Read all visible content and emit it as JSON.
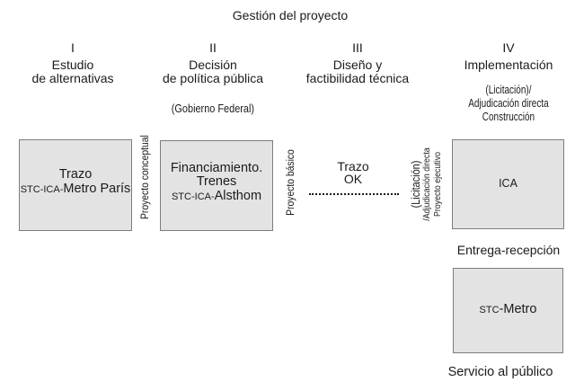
{
  "title": "Gestión del proyecto",
  "columns": [
    {
      "numeral": "I",
      "name_lines": [
        "Estudio",
        "de alternativas"
      ]
    },
    {
      "numeral": "II",
      "name_lines": [
        "Decisión",
        "de política pública"
      ],
      "subtitle_lines": [
        "(Gobierno Federal)"
      ]
    },
    {
      "numeral": "III",
      "name_lines": [
        "Diseño y",
        "factibilidad técnica"
      ]
    },
    {
      "numeral": "IV",
      "name_lines": [
        "Implementación"
      ],
      "subtitle_lines": [
        "(Licitación)/",
        "Adjudicación directa",
        "Construcción"
      ]
    }
  ],
  "boxes": {
    "trazo_metro": {
      "line1": "Trazo",
      "smallcaps": "STC-ICA-",
      "rest": "Metro París"
    },
    "financiamiento": {
      "line1": "Financiamiento.",
      "line2": "Trenes",
      "smallcaps": "STC-ICA-",
      "rest": "Alsthom"
    },
    "ica": {
      "label": "ICA"
    },
    "stc_metro": {
      "smallcaps": "STC",
      "rest": "-Metro"
    }
  },
  "rotated_labels": {
    "proyecto_conceptual": "Proyecto conceptual",
    "proyecto_basico": "Proyecto básico",
    "licitacion_lines": [
      "(Licitación)",
      "/Adjudicación directa",
      "Proyecto ejecutivo"
    ]
  },
  "annotations": {
    "trazo_ok_line1": "Trazo",
    "trazo_ok_line2": "OK",
    "entrega_recepcion": "Entrega-recepción",
    "servicio_publico": "Servicio al público"
  },
  "colors": {
    "box_fill": "#e3e3e3",
    "box_border": "#7d7d7d",
    "text": "#1b1b1b",
    "background": "#ffffff"
  }
}
